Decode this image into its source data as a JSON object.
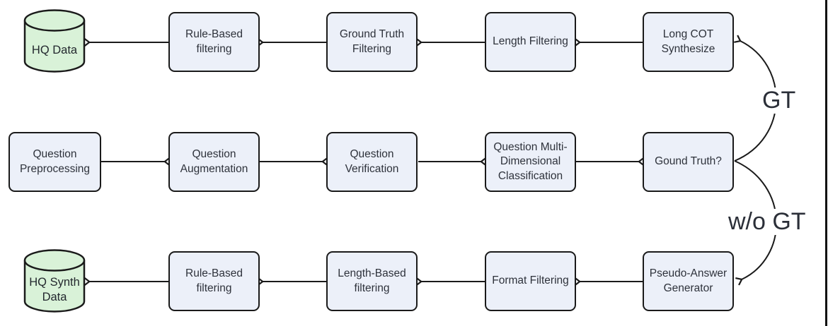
{
  "colors": {
    "node_fill": "#ECF0F9",
    "node_border": "#1a1a1a",
    "cylinder_fill": "#D9F2D8",
    "text": "#2e323b",
    "arrow": "#1a1a1a"
  },
  "rows": [
    {
      "name": "hq-data-pipeline",
      "nodes": [
        {
          "label": "HQ Data",
          "type": "cylinder"
        },
        {
          "label": "Rule-Based\nfiltering",
          "type": "box"
        },
        {
          "label": "Ground Truth\nFiltering",
          "type": "box"
        },
        {
          "label": "Length Filtering",
          "type": "box"
        },
        {
          "label": "Long COT\nSynthesize",
          "type": "box"
        }
      ]
    },
    {
      "name": "question-pipeline",
      "nodes": [
        {
          "label": "Question\nPreprocessing",
          "type": "box"
        },
        {
          "label": "Question\nAugmentation",
          "type": "box"
        },
        {
          "label": "Question\nVerification",
          "type": "box"
        },
        {
          "label": "Question Multi-\nDimensional\nClassification",
          "type": "box"
        },
        {
          "label": "Gound Truth?",
          "type": "box"
        }
      ]
    },
    {
      "name": "synth-data-pipeline",
      "nodes": [
        {
          "label": "HQ Synth\nData",
          "type": "cylinder"
        },
        {
          "label": "Rule-Based\nfiltering",
          "type": "box"
        },
        {
          "label": "Length-Based\nfiltering",
          "type": "box"
        },
        {
          "label": "Format Filtering",
          "type": "box"
        },
        {
          "label": "Pseudo-Answer\nGenerator",
          "type": "box"
        }
      ]
    }
  ],
  "branch_labels": {
    "gt": "GT",
    "wo_gt": "w/o GT"
  }
}
